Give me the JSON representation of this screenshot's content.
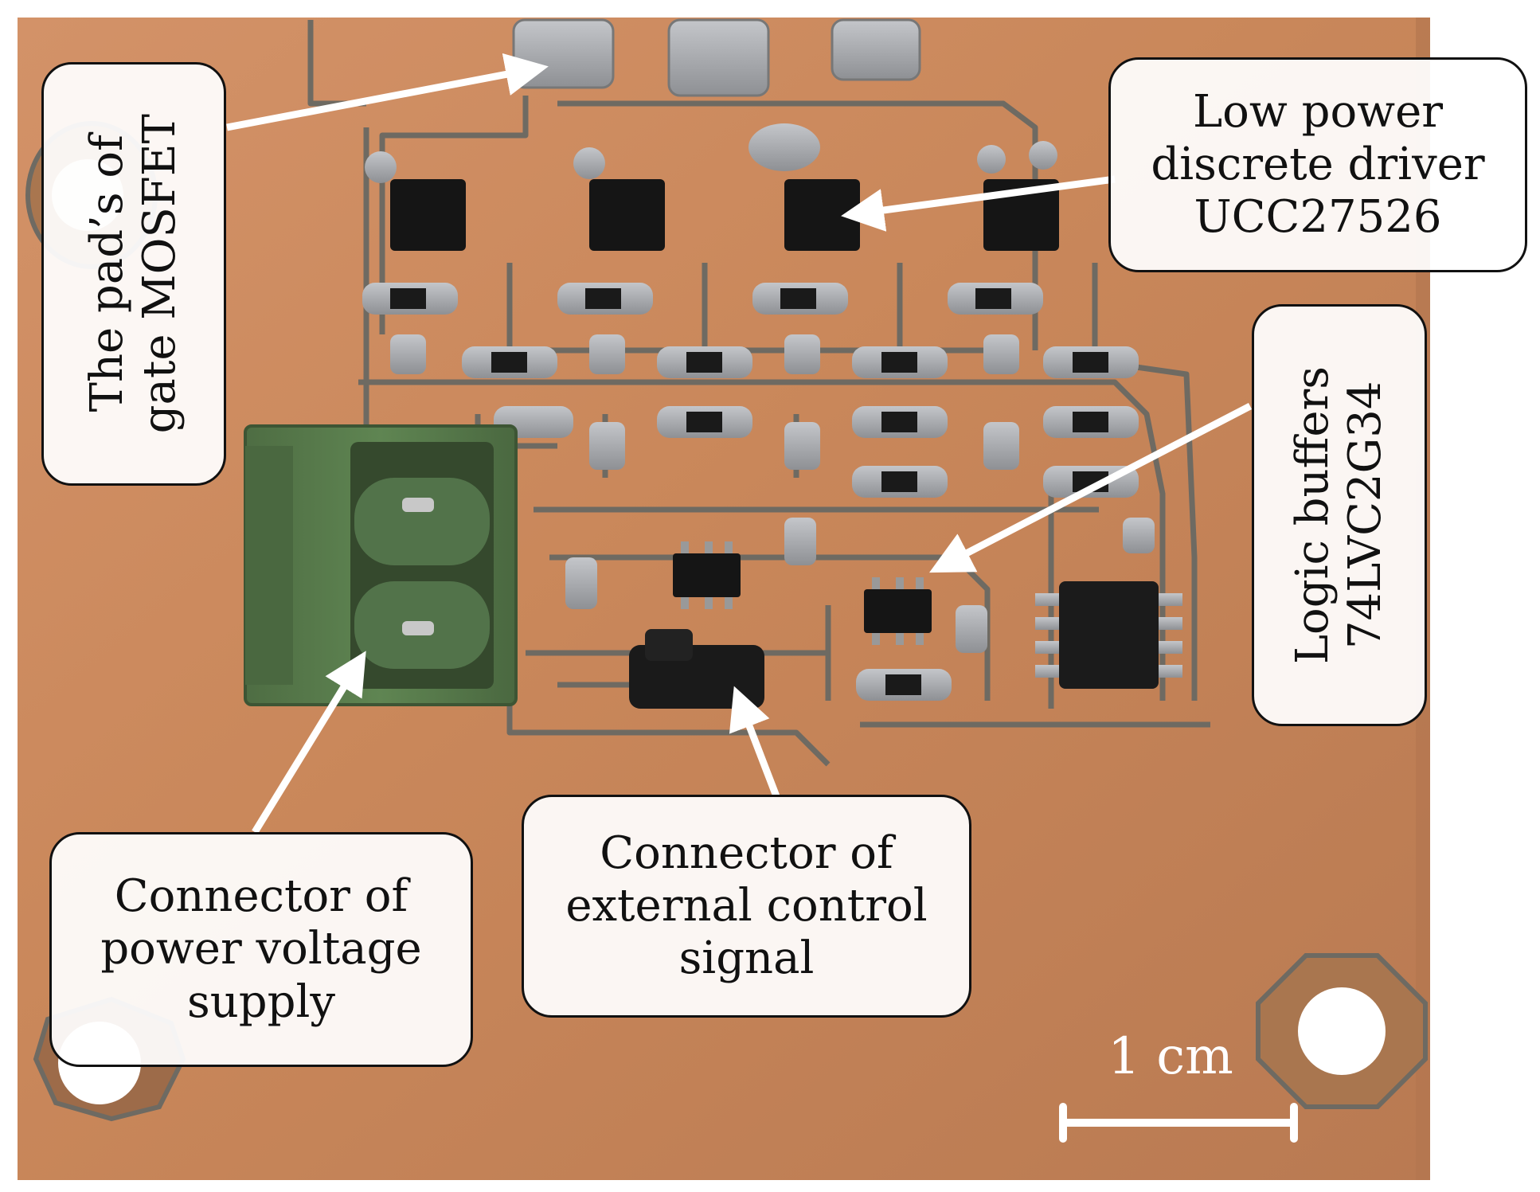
{
  "colors": {
    "background": "#ffffff",
    "copper": "#c9875a",
    "copper_light": "#e2a67c",
    "trace_outline": "#6e6a62",
    "solder": "#a7a9ad",
    "ic_black": "#151515",
    "connector_green": "#55784a",
    "arrow": "#ffffff"
  },
  "callouts": {
    "gate_pads": {
      "lines": [
        "The pad’s of",
        "gate MOSFET"
      ]
    },
    "driver": {
      "lines": [
        "Low power",
        "discrete driver",
        "UCC27526"
      ]
    },
    "buffers": {
      "lines": [
        "Logic buffers",
        "74LVC2G34"
      ]
    },
    "power_connector": {
      "lines": [
        "Connector of",
        "power voltage",
        "supply"
      ]
    },
    "control_connector": {
      "lines": [
        "Connector of",
        "external control",
        "signal"
      ]
    }
  },
  "scale_bar": {
    "label": "1 cm"
  },
  "icons": [
    "arrow-icon",
    "mounting-hole-icon",
    "scale-bar-icon"
  ]
}
